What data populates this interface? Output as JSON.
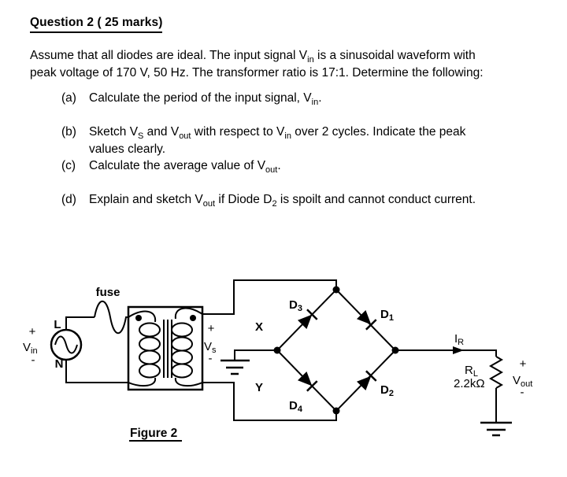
{
  "document": {
    "title": "Question 2 ( 25 marks)",
    "intro": {
      "l1t0": "Assume that all diodes are ideal. The input signal V",
      "l1s0": "in",
      "l1t1": " is a sinusoidal waveform with",
      "l2": "peak voltage of 170 V, 50 Hz. The transformer ratio is 17:1. Determine the following:"
    },
    "items": [
      {
        "marker": "(a)",
        "t0": "Calculate the period of the input signal, V",
        "s0": "in",
        "t1": "."
      },
      {
        "marker": "(b)",
        "t0": "Sketch V",
        "s0": "S",
        "t1": " and V",
        "s1": "out",
        "t2": " with respect to V",
        "s2": "in",
        "t3": " over 2 cycles. Indicate the peak",
        "line2": "values clearly."
      },
      {
        "marker": "(c)",
        "t0": "Calculate the average value of V",
        "s0": "out",
        "t1": "."
      },
      {
        "marker": "(d)",
        "t0": "Explain and sketch V",
        "s0": "out",
        "t1": " if Diode D",
        "s1": "2",
        "t2": " is spoilt and cannot conduct current."
      }
    ]
  },
  "circuit": {
    "caption": "Figure 2",
    "fuse_label": "fuse",
    "source": {
      "plus": "+",
      "minus": "-",
      "base": "V",
      "sub": "in",
      "live": "L",
      "neutral": "N"
    },
    "secondary": {
      "plus": "+",
      "minus": "-",
      "base": "V",
      "sub": "s"
    },
    "node_x": "X",
    "node_y": "Y",
    "diode_d1": {
      "base": "D",
      "sub": "1"
    },
    "diode_d2": {
      "base": "D",
      "sub": "2"
    },
    "diode_d3": {
      "base": "D",
      "sub": "3"
    },
    "diode_d4": {
      "base": "D",
      "sub": "4"
    },
    "current": {
      "base": "I",
      "sub": "R"
    },
    "load": {
      "base": "R",
      "sub": "L",
      "value": "2.2kΩ",
      "plus": "+",
      "minus": "-"
    },
    "vout": {
      "base": "V",
      "sub": "out"
    },
    "ink_color": "#000000",
    "background_color": "#ffffff"
  }
}
